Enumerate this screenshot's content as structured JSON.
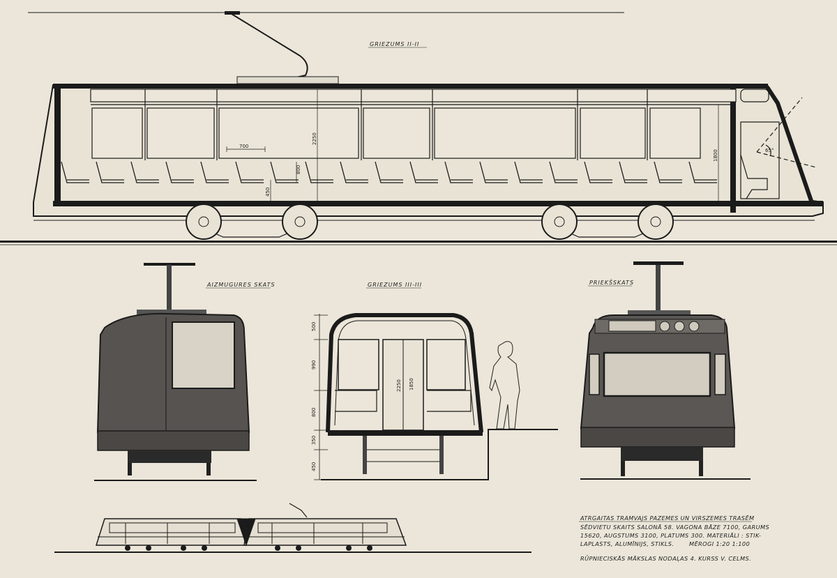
{
  "headings": {
    "long_section": "GRIEZUMS II-II",
    "rear_view": "AIZMUGURES SKATS",
    "cross_section": "GRIEZUMS III-III",
    "front_view": "PRIEKŠSKATS"
  },
  "dimensions": {
    "seat_pitch": "700",
    "interior_height": "2250",
    "cab_height": "1800",
    "seat_level": "450",
    "back_height": "800",
    "cab_angle": "65°",
    "section_tiers": [
      "500",
      "990",
      "800",
      "350",
      "450"
    ],
    "door_height_outer": "2250",
    "door_height_inner": "1850"
  },
  "title_block": {
    "line1": "ATRGAITAS TRAMVAJS PAZEMES UN VIRSZEMES TRASĒM",
    "line2": "SĒDVIETU SKAITS SALONĀ 58. VAGONA BĀZE 7100, GARUMS",
    "line3": "15620, AUGSTUMS 3100, PLATUMS 300. MATERIĀLI : STIK-",
    "line4": "LAPLASTS, ALUMĪNIJS, STIKLS.",
    "scale": "MĒROGI 1:20   1:100",
    "footer": "RŪPNIECISKĀS MĀKSLAS NODAĻAS  4. KURSS  V. CELMS."
  }
}
